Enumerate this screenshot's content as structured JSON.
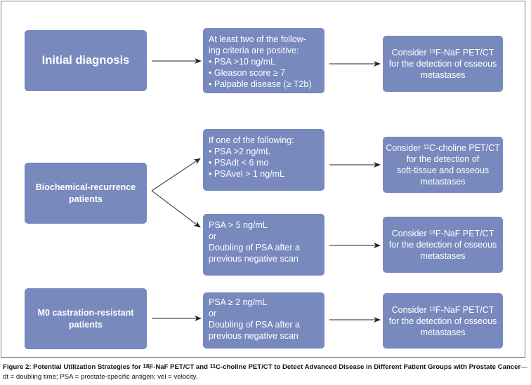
{
  "colors": {
    "box_fill": "#7889bd",
    "box_text": "#ffffff",
    "arrow": "#222222",
    "frame": "#7a7a7a"
  },
  "row1": {
    "group": "Initial diagnosis",
    "criteria": {
      "lines": [
        "At least two of the follow-",
        "ing criteria are positive:"
      ],
      "items": [
        "• PSA >10 ng/mL",
        "• Gleason score ≥ 7",
        "• Palpable disease (≥ T2b)"
      ]
    },
    "result": {
      "pre": "Consider ",
      "sup": "18",
      "post": "F-NaF PET/CT",
      "lines": [
        "for the detection of osseous",
        "metastases"
      ]
    }
  },
  "row2": {
    "group_lines": [
      "Biochemical-recurrence",
      "patients"
    ],
    "criteria_a": {
      "lines": [
        "If one of the following:"
      ],
      "items": [
        "• PSA >2 ng/mL",
        "• PSAdt < 6 mo",
        "• PSAvel > 1 ng/mL"
      ]
    },
    "result_a": {
      "pre": "Consider ",
      "sup": "11",
      "post": "C-choline PET/CT",
      "lines": [
        "for the detection of",
        "soft-tissue and osseous",
        "metastases"
      ]
    },
    "criteria_b": {
      "lines": [
        "PSA > 5 ng/mL",
        "or",
        "Doubling of PSA after a",
        "previous negative scan"
      ]
    },
    "result_b": {
      "pre": "Consider ",
      "sup": "18",
      "post": "F-NaF PET/CT",
      "lines": [
        "for the detection of osseous",
        "metastases"
      ]
    }
  },
  "row3": {
    "group_lines": [
      "M0 castration-resistant",
      "patients"
    ],
    "criteria": {
      "lines": [
        "PSA ≥ 2 ng/mL",
        "or",
        "Doubling of PSA after a",
        "previous negative scan"
      ]
    },
    "result": {
      "pre": "Consider ",
      "sup": "18",
      "post": "F-NaF PET/CT",
      "lines": [
        "for the detection of osseous",
        "metastases"
      ]
    }
  },
  "caption": {
    "b1": "Figure 2: Potential Utilization Strategies for ",
    "sup1": "18",
    "b2": "F-NaF PET/CT and ",
    "sup2": "11",
    "b3": "C-choline PET/CT to Detect Advanced Disease in Different Patient Groups with Prostate Cancer",
    "rest": "—dt = doubling time; PSA = prostate-specific antigen; vel = velocity."
  }
}
